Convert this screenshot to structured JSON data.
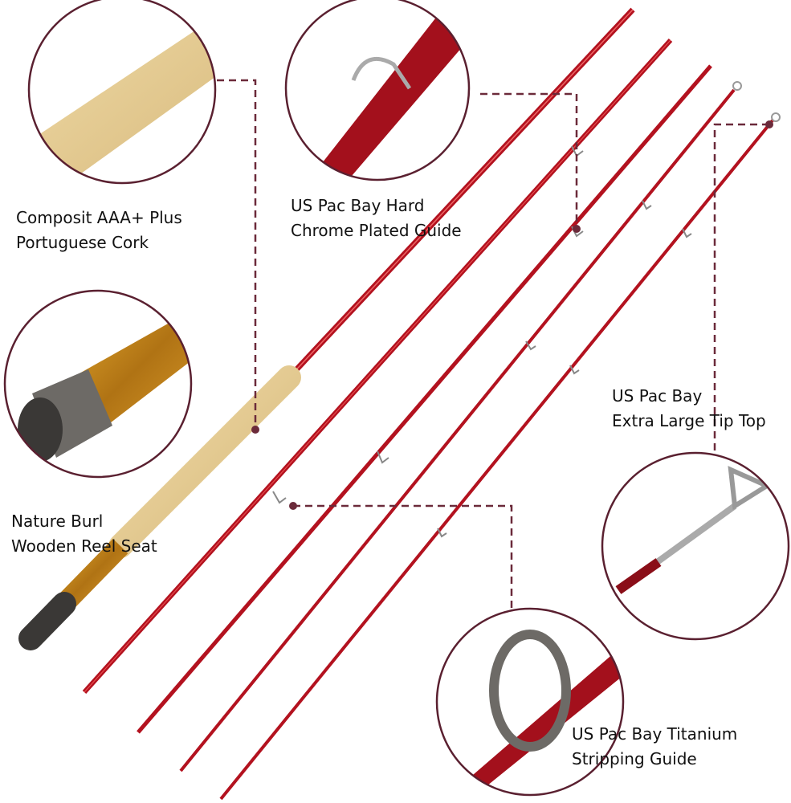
{
  "colors": {
    "rod": "#b3121f",
    "rod_dark": "#7a0a14",
    "callout": "#6b2a3a",
    "cork": "#e2c88f",
    "burl": "#c48a1c"
  },
  "callouts": [
    {
      "id": "cork",
      "lines": [
        "Composit AAA+ Plus",
        "Portuguese Cork"
      ]
    },
    {
      "id": "guide",
      "lines": [
        "US Pac Bay Hard",
        "Chrome Plated Guide"
      ]
    },
    {
      "id": "reel-seat",
      "lines": [
        "Nature Burl",
        "Wooden Reel Seat"
      ]
    },
    {
      "id": "tip-top",
      "lines": [
        "US Pac Bay",
        "Extra Large Tip Top"
      ]
    },
    {
      "id": "stripping-guide",
      "lines": [
        "US Pac Bay Titanium",
        "Stripping Guide"
      ]
    }
  ]
}
